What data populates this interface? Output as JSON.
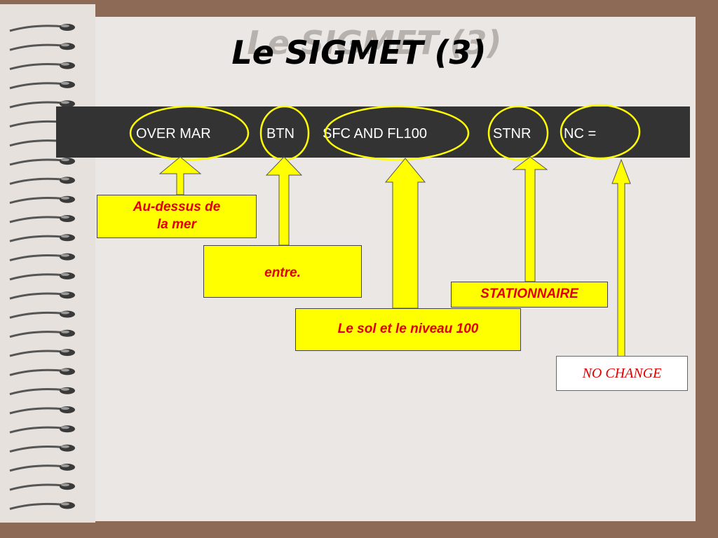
{
  "title": "Le SIGMET (3)",
  "code_segments": {
    "over_mar": "OVER MAR",
    "btn": "BTN",
    "sfc_fl": "SFC AND FL100",
    "stnr": "STNR",
    "nc": "NC ="
  },
  "explanations": {
    "over_mar_line1": "Au-dessus de",
    "over_mar_line2": "la mer",
    "btn": "entre.",
    "sfc_fl": "Le sol et le niveau 100",
    "stnr": "STATIONNAIRE",
    "nc": "NO CHANGE"
  },
  "colors": {
    "highlight_box": "#ffff00",
    "explanation_text": "#e00000",
    "code_band": "#333333"
  }
}
